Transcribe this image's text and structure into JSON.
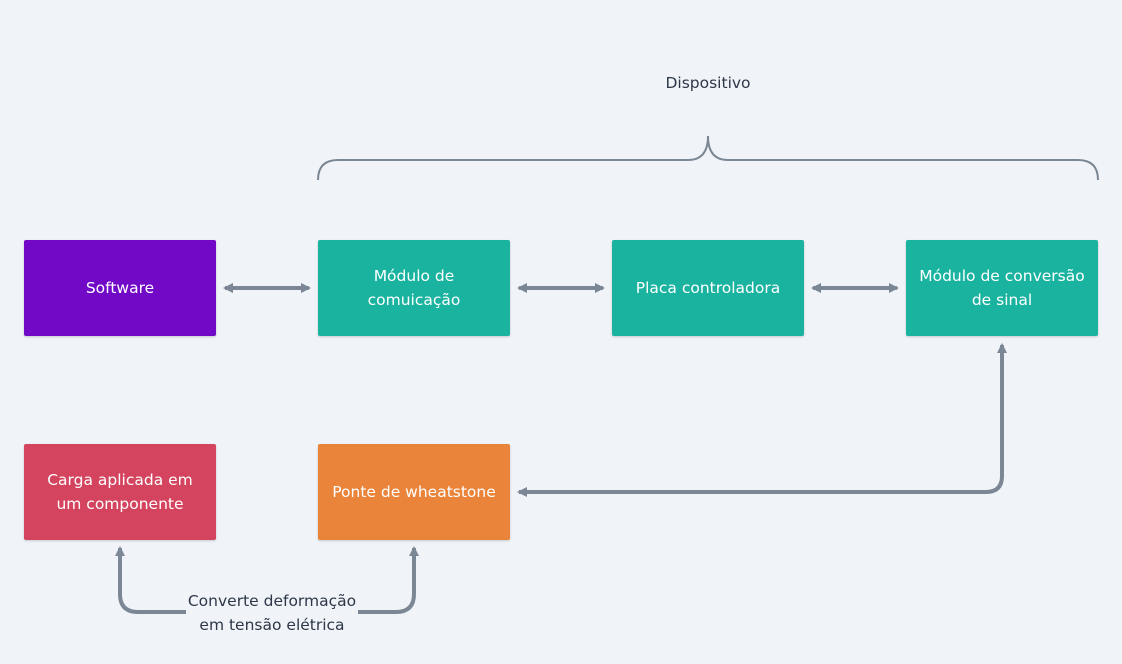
{
  "colors": {
    "background": "#f0f4f8",
    "connector": "#7b8795",
    "software": "#7209c7",
    "device_module": "#1ab3a0",
    "bridge": "#ea843a",
    "load": "#d4445e",
    "text_dark": "#2d3748"
  },
  "group": {
    "label": "Dispositivo"
  },
  "nodes": {
    "software": "Software",
    "communication_module": "Módulo de comuicação",
    "controller_board": "Placa controladora",
    "signal_conversion_module": "Módulo de conversão de sinal",
    "wheatstone_bridge": "Ponte de wheatstone",
    "applied_load": "Carga aplicada em um componente"
  },
  "edge_labels": {
    "deformation": "Converte deformação em tensão elétrica"
  }
}
